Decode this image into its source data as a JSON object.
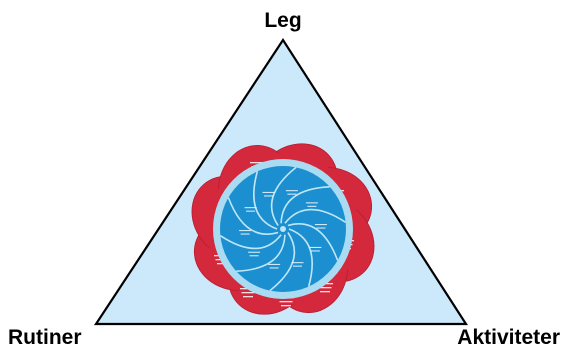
{
  "corners": {
    "top": "Leg",
    "left": "Rutiner",
    "right": "Aktiviteter"
  },
  "colors": {
    "triangle_fill": "#cce9fb",
    "triangle_stroke": "#000000",
    "outer_petal": "#d4283c",
    "outer_ring_edge": "#b61e30",
    "inner_ring": "#a9dcf2",
    "inner_disc": "#1b8fd0",
    "inner_line": "#bfe6f7",
    "text_light": "#ffffff"
  }
}
